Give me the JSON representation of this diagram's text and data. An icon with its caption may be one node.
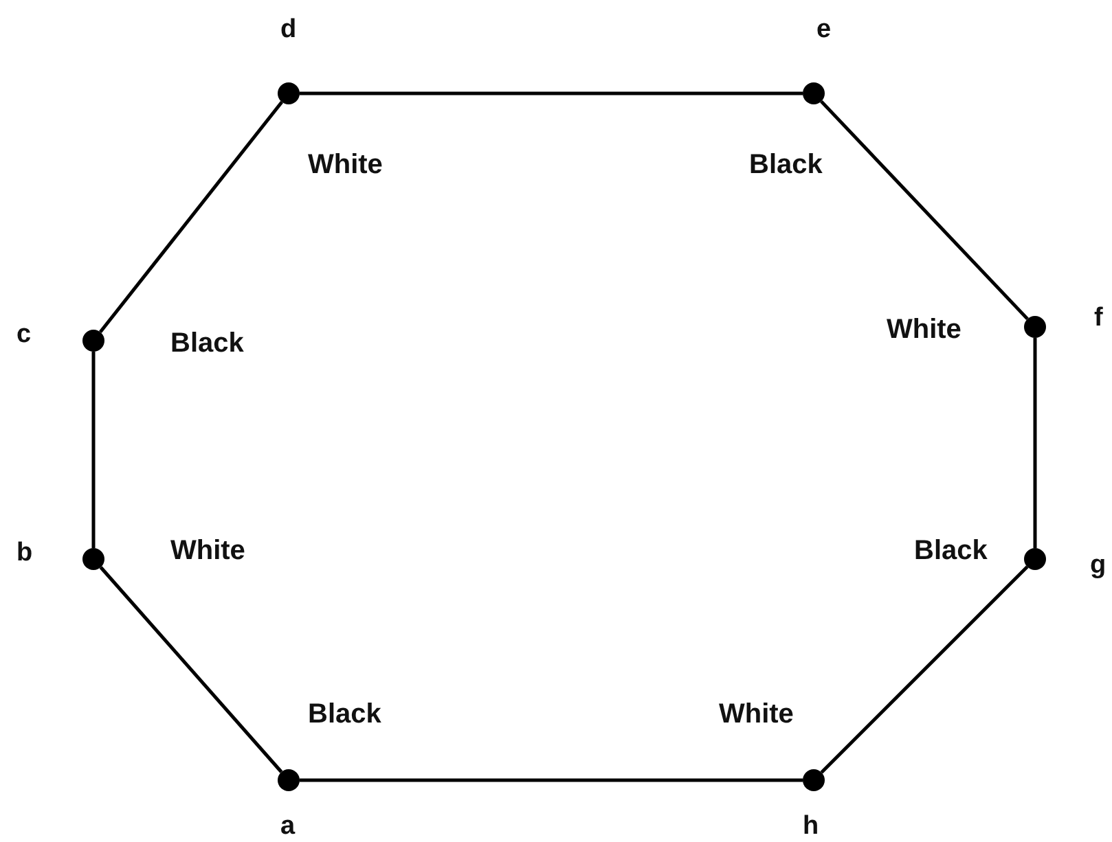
{
  "diagram": {
    "nodes": [
      {
        "text": [],
        "shape": "circle",
        "beside": [
          "d",
          "White"
        ]
      },
      {
        "text": [],
        "shape": "circle",
        "beside": [
          "e",
          "Black"
        ]
      },
      {
        "text": [],
        "shape": "circle",
        "beside": [
          "c",
          "Black"
        ]
      },
      {
        "text": [],
        "shape": "circle",
        "beside": [
          "f",
          "White"
        ]
      },
      {
        "text": [],
        "shape": "circle",
        "beside": [
          "b",
          "White"
        ]
      },
      {
        "text": [],
        "shape": "circle",
        "beside": [
          "g",
          "Black"
        ]
      },
      {
        "text": [],
        "shape": "circle",
        "beside": [
          "a",
          "Black"
        ]
      },
      {
        "text": [],
        "shape": "circle",
        "beside": [
          "h",
          "White"
        ]
      }
    ],
    "edges": [
      {
        "from": 0,
        "to": 1,
        "arrow": "none"
      },
      {
        "from": 1,
        "to": 3,
        "arrow": "none"
      },
      {
        "from": 3,
        "to": 5,
        "arrow": "none"
      },
      {
        "from": 5,
        "to": 7,
        "arrow": "none"
      },
      {
        "from": 7,
        "to": 6,
        "arrow": "none"
      },
      {
        "from": 6,
        "to": 4,
        "arrow": "none"
      },
      {
        "from": 4,
        "to": 2,
        "arrow": "none"
      },
      {
        "from": 2,
        "to": 0,
        "arrow": "none"
      }
    ]
  }
}
